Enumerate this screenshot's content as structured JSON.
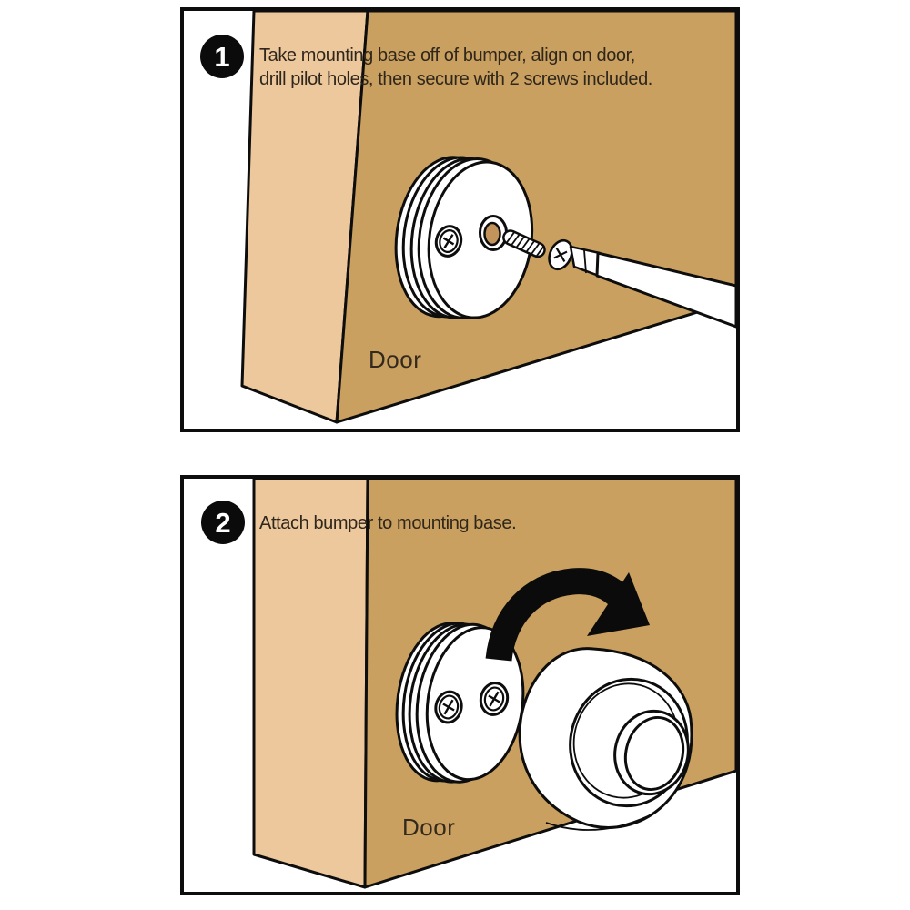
{
  "page": {
    "background": "#ffffff",
    "type": "installation-instructions"
  },
  "colors": {
    "door_front_face": "#c9a05f",
    "door_edge_face": "#ecc89c",
    "outline": "#0d0d0d",
    "pilot_hole": "#c2935a",
    "text": "#2f261c",
    "badge_background": "#0b0b0b",
    "badge_text": "#ffffff"
  },
  "panels": [
    {
      "step_number": "1",
      "instruction_lines": [
        "Take mounting base off of bumper, align on door,",
        "drill pilot holes, then secure with 2 screws included."
      ],
      "door_label": "Door",
      "illustration": "mounting-base-with-screw-and-screwdriver"
    },
    {
      "step_number": "2",
      "instruction_lines": [
        "Attach bumper to mounting base."
      ],
      "door_label": "Door",
      "illustration": "bumper-attaching-to-mounting-base-with-rotation-arrow"
    }
  ]
}
